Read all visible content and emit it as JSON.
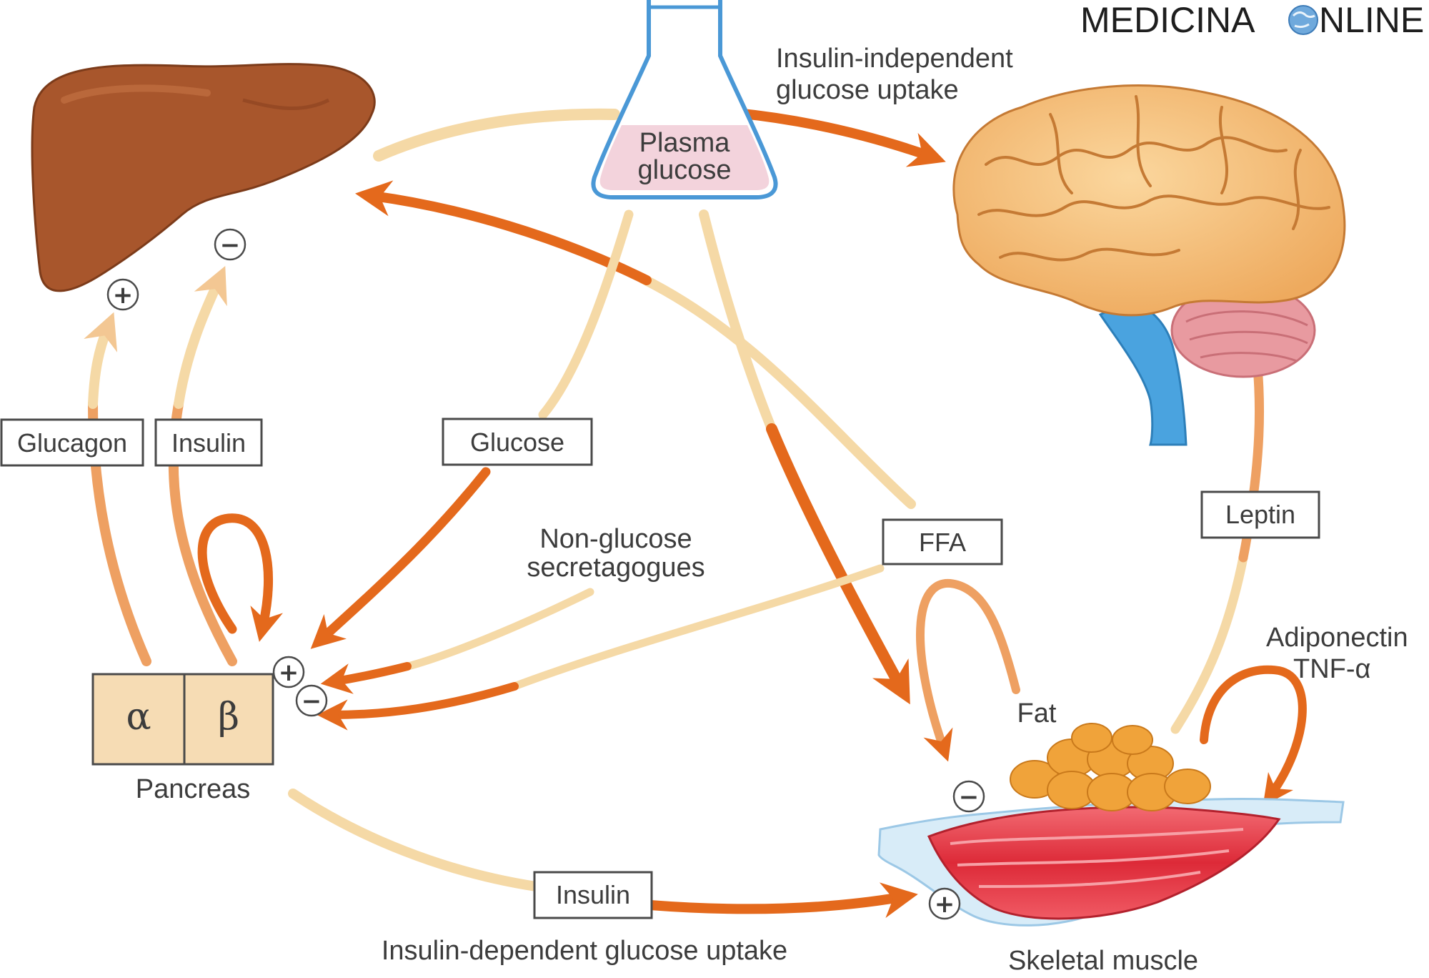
{
  "watermark": {
    "text_left": "MEDICINA ",
    "text_right": "NLINE",
    "globe_icon": "globe-icon"
  },
  "organs": {
    "plasma_line1": "Plasma",
    "plasma_line2": "glucose",
    "pancreas_alpha": "α",
    "pancreas_beta": "β",
    "pancreas_label": "Pancreas",
    "fat_label": "Fat",
    "muscle_label": "Skeletal muscle"
  },
  "boxes": {
    "glucagon": "Glucagon",
    "insulin_left": "Insulin",
    "glucose": "Glucose",
    "ffa": "FFA",
    "leptin": "Leptin",
    "insulin_bottom": "Insulin"
  },
  "labels": {
    "insulin_independent_1": "Insulin-independent",
    "insulin_independent_2": "glucose uptake",
    "non_glucose_1": "Non-glucose",
    "non_glucose_2": "secretagogues",
    "adiponectin": "Adiponectin",
    "tnf": "TNF-α",
    "insulin_dependent": "Insulin-dependent glucose uptake"
  },
  "signs": {
    "liver_plus": "+",
    "liver_minus": "−",
    "pancreas_plus": "+",
    "pancreas_minus": "−",
    "muscle_minus": "−",
    "muscle_plus": "+"
  },
  "colors": {
    "arrow_dark": "#e4691c",
    "arrow_mid": "#eea062",
    "arrow_pale": "#f5d9a6",
    "liver": "#a8562c",
    "brain": "#f5c07a",
    "cerebellum": "#e89aa0",
    "brainstem": "#4aa3df",
    "fat": "#f0a33a",
    "muscle": "#e0323f",
    "flask_liquid": "#f3d3dc",
    "flask_outline": "#4a98d6"
  }
}
